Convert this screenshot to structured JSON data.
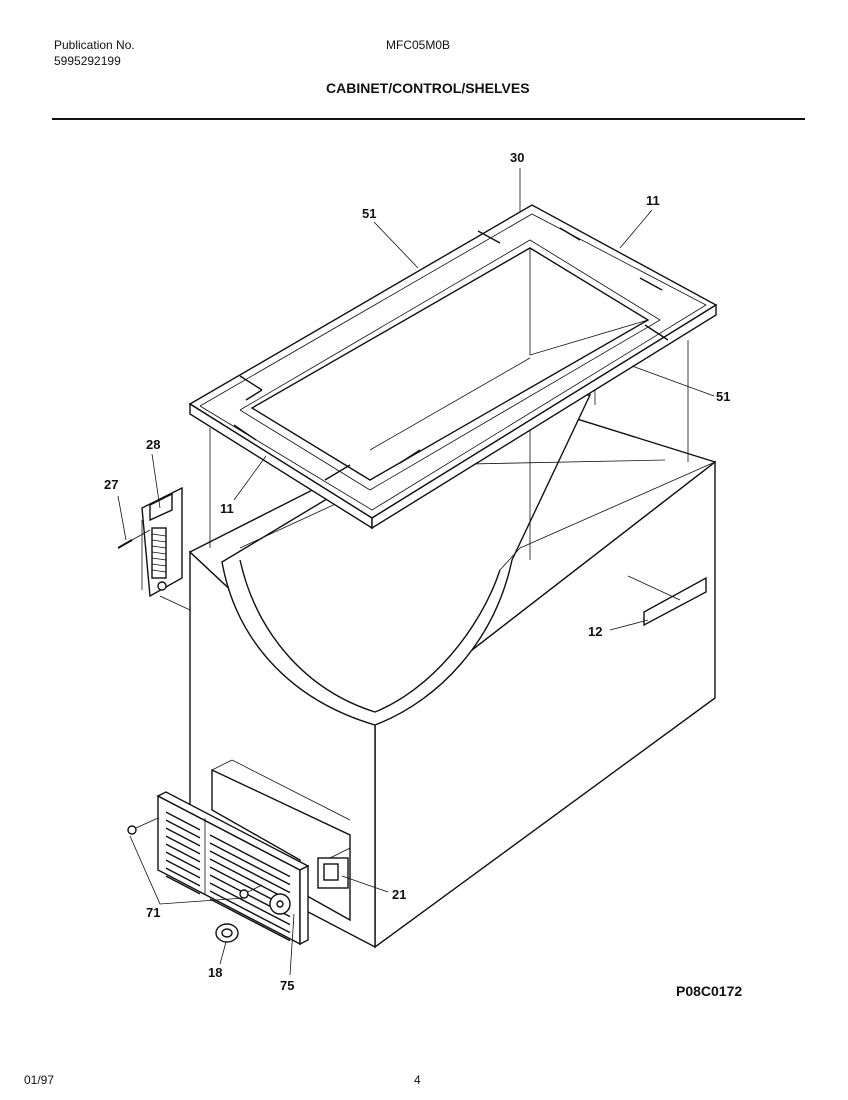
{
  "header": {
    "publication_label": "Publication No.",
    "publication_number": "5995292199",
    "model": "MFC05M0B",
    "section_title": "CABINET/CONTROL/SHELVES"
  },
  "callouts": {
    "c30": "30",
    "c51_top": "51",
    "c11_top": "11",
    "c51_right": "51",
    "c28": "28",
    "c27": "27",
    "c11_left": "11",
    "c12": "12",
    "c21": "21",
    "c71": "71",
    "c18": "18",
    "c75": "75"
  },
  "drawing_code": "P08C0172",
  "footer": {
    "date": "01/97",
    "page": "4"
  }
}
